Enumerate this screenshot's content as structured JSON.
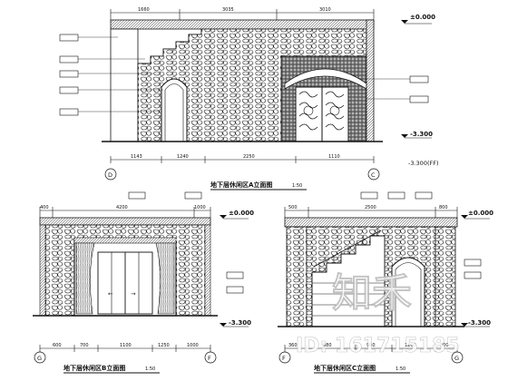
{
  "drawings": [
    {
      "title": "地下层休闲区A立面图",
      "scale": "1:50",
      "top_dims": [
        "1660",
        "3035",
        "3010"
      ],
      "bottom_dims": [
        "1143",
        "1240",
        "2250",
        "1110"
      ],
      "levels": [
        "±0.000",
        "-3.300",
        "-3.300(FF)"
      ],
      "axis_left": "D",
      "axis_right": "C"
    },
    {
      "title": "地下层休闲区B立面图",
      "scale": "1:50",
      "top_dims": [
        "400",
        "4200",
        "1000"
      ],
      "bottom_dims": [
        "600",
        "700",
        "1100",
        "1250",
        "1000"
      ],
      "levels": [
        "±0.000",
        "-3.300"
      ],
      "axis_left": "G",
      "axis_right": "F"
    },
    {
      "title": "地下层休闲区C立面图",
      "scale": "1:50",
      "top_dims": [
        "500",
        "2500",
        "800"
      ],
      "bottom_dims": [
        "360",
        "980",
        "900",
        "1200",
        "500"
      ],
      "levels": [
        "±0.000",
        "-3.300"
      ],
      "axis_left": "F",
      "axis_right": "G"
    }
  ],
  "watermark": {
    "logo_text": "知禾",
    "id_text": "ID: 161715185"
  },
  "colors": {
    "ink": "#111111",
    "paper": "#ffffff"
  }
}
